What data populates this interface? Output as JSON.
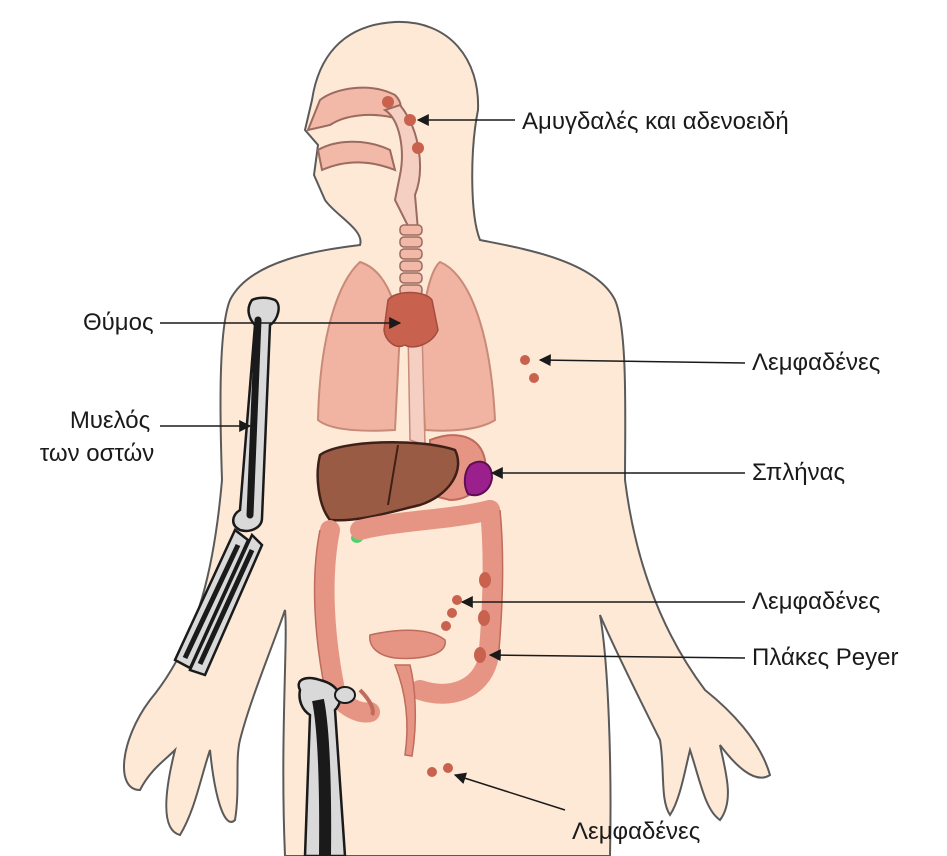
{
  "labels": {
    "tonsils": "Αμυγδαλές και αδενοειδή",
    "thymus": "Θύμος",
    "bone_marrow_line1": "Μυελός",
    "bone_marrow_line2": "των οστών",
    "lymph_nodes_upper": "Λεμφαδένες",
    "spleen": "Σπλήνας",
    "lymph_nodes_middle": "Λεμφαδένες",
    "peyer_patches": "Πλάκες  Peyer",
    "lymph_nodes_lower": "Λεμφαδένες"
  },
  "colors": {
    "skin": "#fde9d6",
    "outline": "#5a5a5a",
    "organ": "#e69585",
    "organ_dark": "#c9614f",
    "liver": "#9a5b44",
    "spleen": "#9b1f8c",
    "node": "#c9614f",
    "bone": "#d9d9d9"
  }
}
